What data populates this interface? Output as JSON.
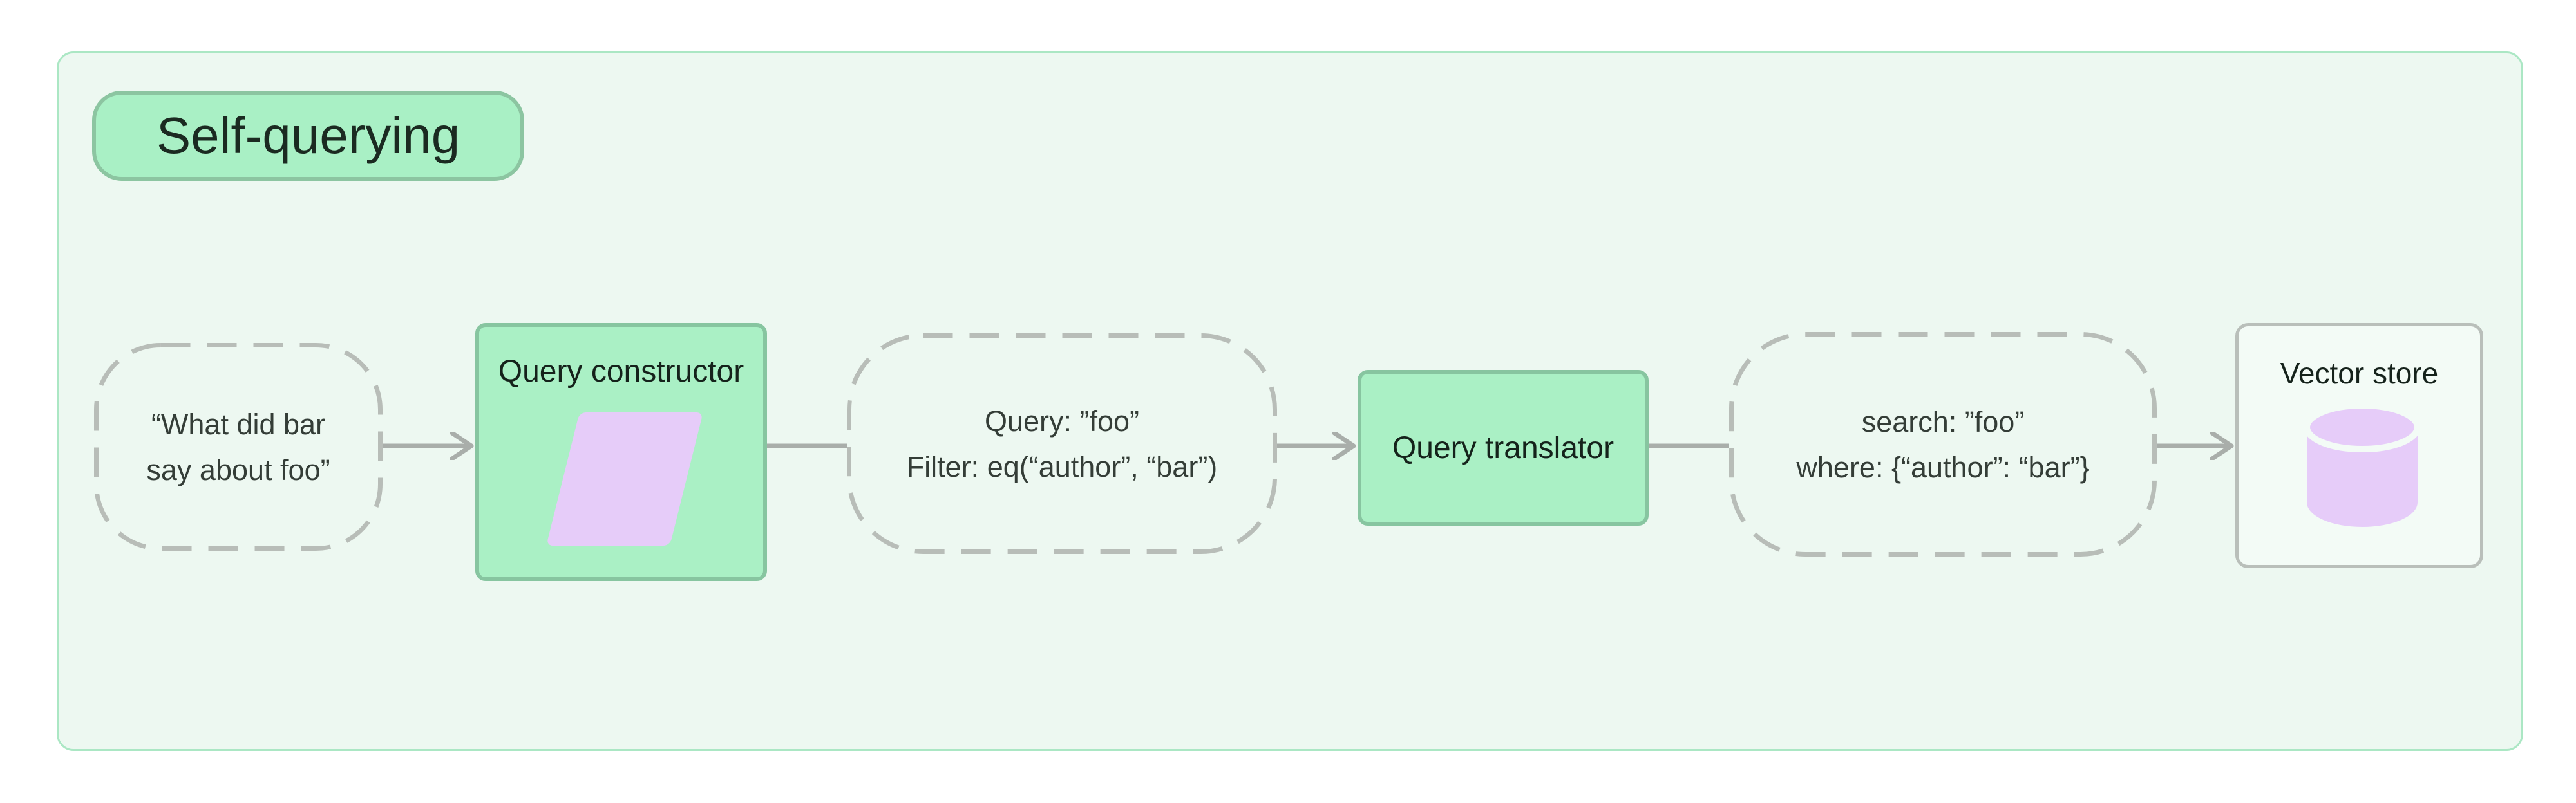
{
  "badge": {
    "label": "Self-querying"
  },
  "flow": {
    "input_query": {
      "line1": "“What did bar",
      "line2": "say about foo”"
    },
    "query_constructor": {
      "label": "Query constructor",
      "icon": "parallelogram-icon"
    },
    "structured_query": {
      "line1": "Query: ”foo”",
      "line2": "Filter: eq(“author”, “bar”)"
    },
    "query_translator": {
      "label": "Query translator"
    },
    "translated_query": {
      "line1": "search: ”foo”",
      "line2": "where: {“author”: “bar”}"
    },
    "vector_store": {
      "label": "Vector store",
      "icon": "database-icon"
    }
  },
  "colors": {
    "panel_bg": "#edf8f1",
    "panel_border": "#abe7c4",
    "green_fill": "#aaf0c5",
    "green_border": "#87c5a0",
    "badge_fill": "#a9f0c5",
    "purple": "#e6ccf9",
    "dash_gray": "#b8bdb8",
    "connector_gray": "#a9aeaa",
    "outline_border": "#b9bfba",
    "text_dark": "#343d37",
    "title_dark": "#15221b"
  }
}
